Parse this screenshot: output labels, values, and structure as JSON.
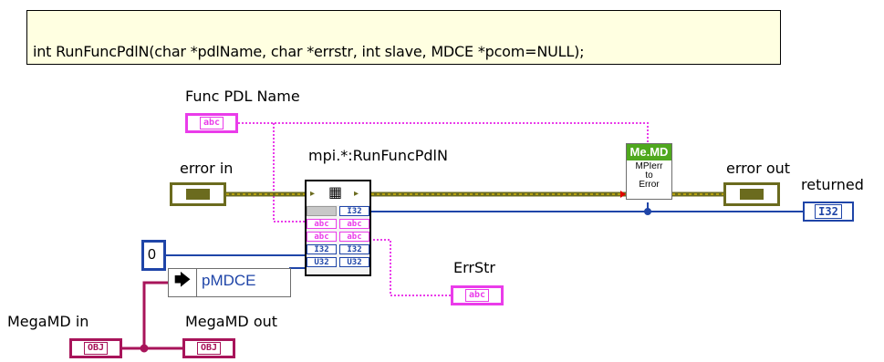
{
  "comment": "int RunFuncPdlN(char *pdlName, char *errstr, int slave, MDCE *pcom=NULL);",
  "labels": {
    "func_pdl_name": "Func PDL Name",
    "error_in": "error in",
    "node_title": "mpi.*:RunFuncPdlN",
    "error_out": "error out",
    "returned": "returned",
    "errstr": "ErrStr",
    "megamd_in": "MegaMD in",
    "megamd_out": "MegaMD out"
  },
  "constant_value": "0",
  "property_name": "pMDCE",
  "subvi": {
    "header": "Me.MD",
    "line1": "MPIerr",
    "line2": "to",
    "line3": "Error"
  },
  "terminals": {
    "string": "abc",
    "int32": "I32",
    "uint32": "U32",
    "object": "OBJ"
  },
  "colors": {
    "string_wire": "#ea3cea",
    "error_wire": "#6b6b1e",
    "int_wire": "#1f45a8",
    "object_wire": "#a8145a",
    "comment_bg": "#ffffe1",
    "subvi_header": "#4fa81e"
  }
}
